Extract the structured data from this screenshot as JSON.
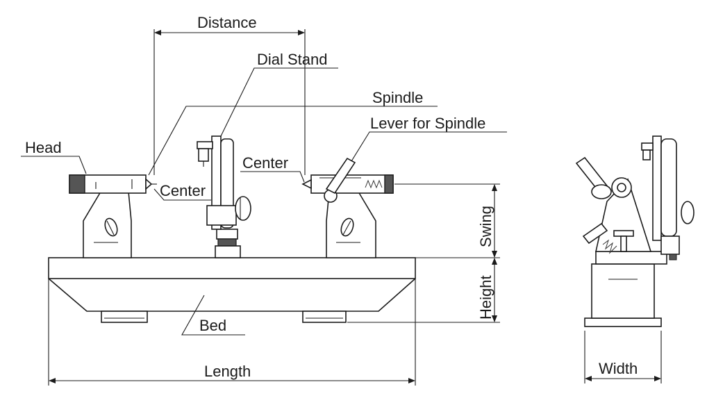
{
  "labels": {
    "distance": "Distance",
    "dial_stand": "Dial Stand",
    "spindle": "Spindle",
    "lever_for_spindle": "Lever for Spindle",
    "head": "Head",
    "center_left": "Center",
    "center_right": "Center",
    "swing": "Swing",
    "height": "Height",
    "bed": "Bed",
    "length": "Length",
    "width": "Width"
  }
}
